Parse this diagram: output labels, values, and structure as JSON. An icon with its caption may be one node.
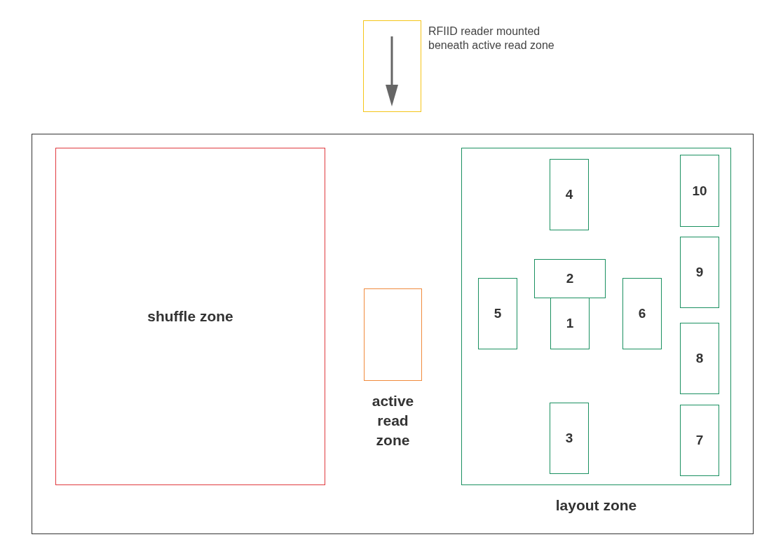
{
  "diagram": {
    "nodes": [
      {
        "text": [],
        "shape": "box"
      },
      {
        "text": [],
        "shape": "box",
        "beside": [
          "RFIID reader mounted beneath active read zone"
        ]
      },
      {
        "text": [
          "shuffle zone"
        ],
        "in": 0
      },
      {
        "text": [
          "active read zone"
        ],
        "in": 0
      },
      {
        "text": [
          "layout zone"
        ],
        "in": 0
      },
      {
        "text": [
          "4"
        ],
        "in": 4
      },
      {
        "text": [
          "10"
        ],
        "in": 4
      },
      {
        "text": [
          "2"
        ],
        "in": 4
      },
      {
        "text": [
          "9"
        ],
        "in": 4
      },
      {
        "text": [
          "5"
        ],
        "in": 4
      },
      {
        "text": [
          "1"
        ],
        "in": 4
      },
      {
        "text": [
          "6"
        ],
        "in": 4
      },
      {
        "text": [
          "8"
        ],
        "in": 4
      },
      {
        "text": [
          "3"
        ],
        "in": 4
      },
      {
        "text": [
          "7"
        ],
        "in": 4
      }
    ],
    "edges": []
  }
}
